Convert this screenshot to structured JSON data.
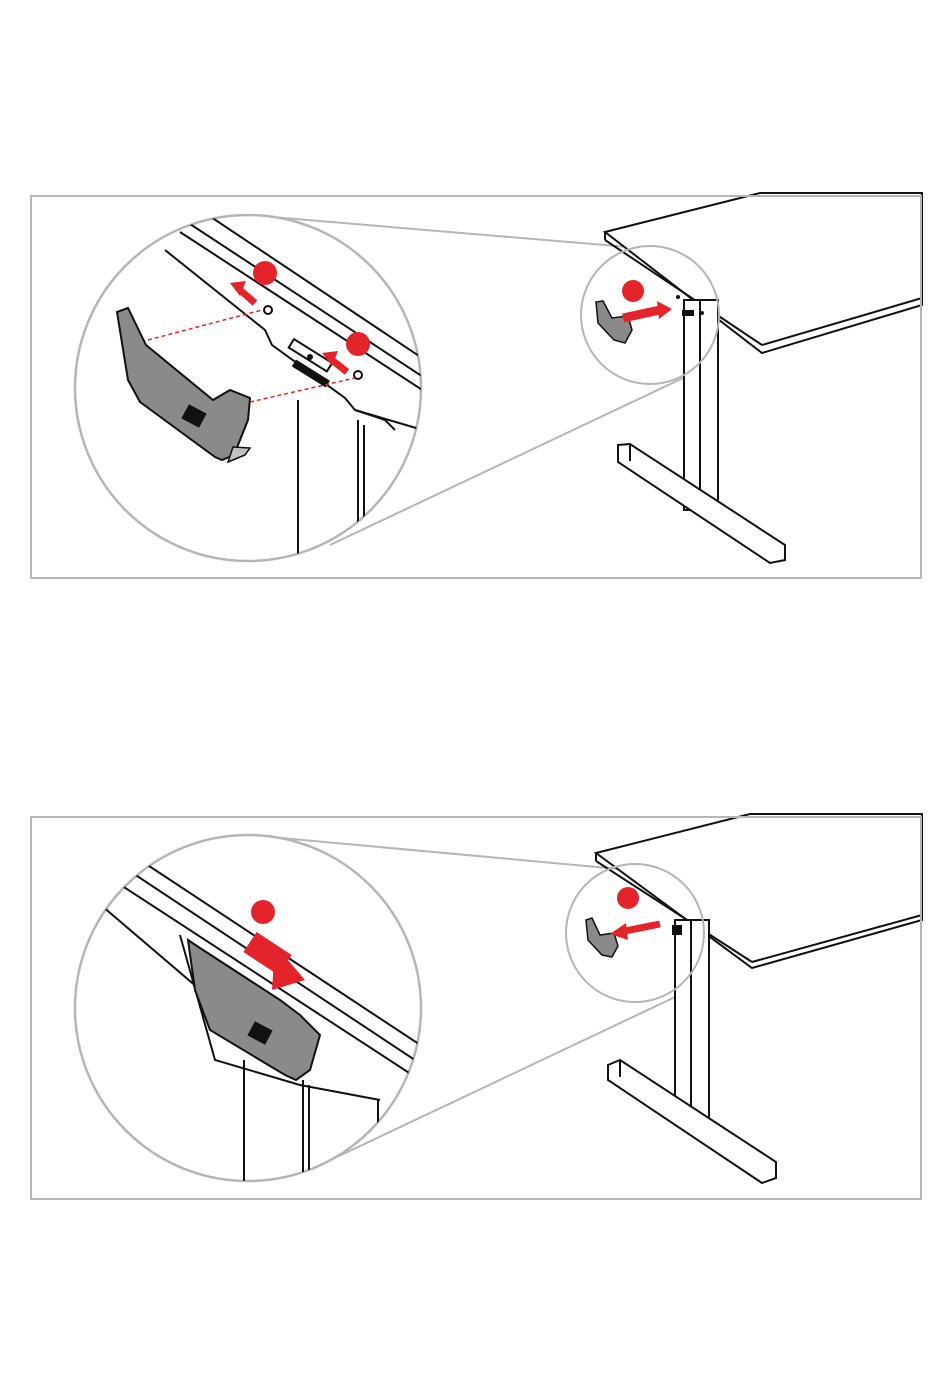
{
  "document": {
    "type": "assembly-instruction-illustration",
    "steps": [
      {
        "id": "step-attach-controller",
        "action": "insert",
        "marker_color": "#e4242b",
        "frame_color": "#b5b5b5"
      },
      {
        "id": "step-slide-controller",
        "action": "slide",
        "marker_color": "#e4242b",
        "frame_color": "#b5b5b5"
      }
    ]
  }
}
